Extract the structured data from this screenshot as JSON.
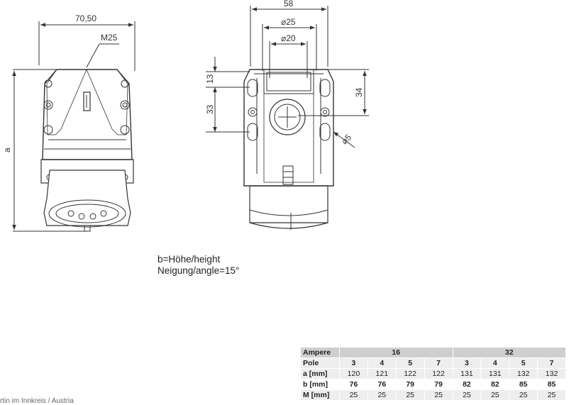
{
  "dimensions": {
    "width_70_50": "70,50",
    "m25": "M25",
    "a": "a",
    "dim_58": "58",
    "dia_25": "⌀25",
    "dia_20": "⌀20",
    "dim_13": "13",
    "dim_33": "33",
    "dim_34": "34",
    "dia_5": "⌀5"
  },
  "notes": {
    "line1": "b=Höhe/height",
    "line2": "Neigung/angle=15°"
  },
  "footer": "rtin im Innkreis / Austria",
  "table": {
    "labels": {
      "ampere": "Ampere",
      "pole": "Pole",
      "a": "a [mm]",
      "b": "b [mm]",
      "m": "M [mm]"
    },
    "ampere": [
      "16",
      "32"
    ],
    "pole": [
      "3",
      "4",
      "5",
      "7",
      "3",
      "4",
      "5",
      "7"
    ],
    "a": [
      "120",
      "121",
      "122",
      "122",
      "131",
      "131",
      "132",
      "132"
    ],
    "b": [
      "76",
      "76",
      "79",
      "79",
      "82",
      "82",
      "85",
      "85"
    ],
    "m": [
      "25",
      "25",
      "25",
      "25",
      "25",
      "25",
      "25",
      "25"
    ]
  }
}
